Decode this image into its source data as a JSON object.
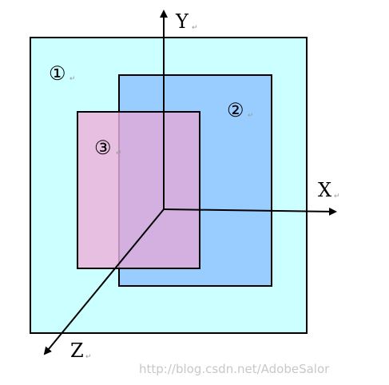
{
  "diagram": {
    "axes": {
      "y_label": "Y",
      "x_label": "X",
      "z_label": "Z",
      "return_mark": "↵"
    },
    "regions": [
      {
        "id": "region-1",
        "label": "①",
        "fill": "#ccffff"
      },
      {
        "id": "region-2",
        "label": "②",
        "fill": "#99ccff"
      },
      {
        "id": "region-3",
        "label": "③",
        "fill": "#e7bfe0"
      }
    ],
    "overlap_fill": "#d3b0e0",
    "watermark": "http://blog.csdn.net/AdobeSalor"
  }
}
